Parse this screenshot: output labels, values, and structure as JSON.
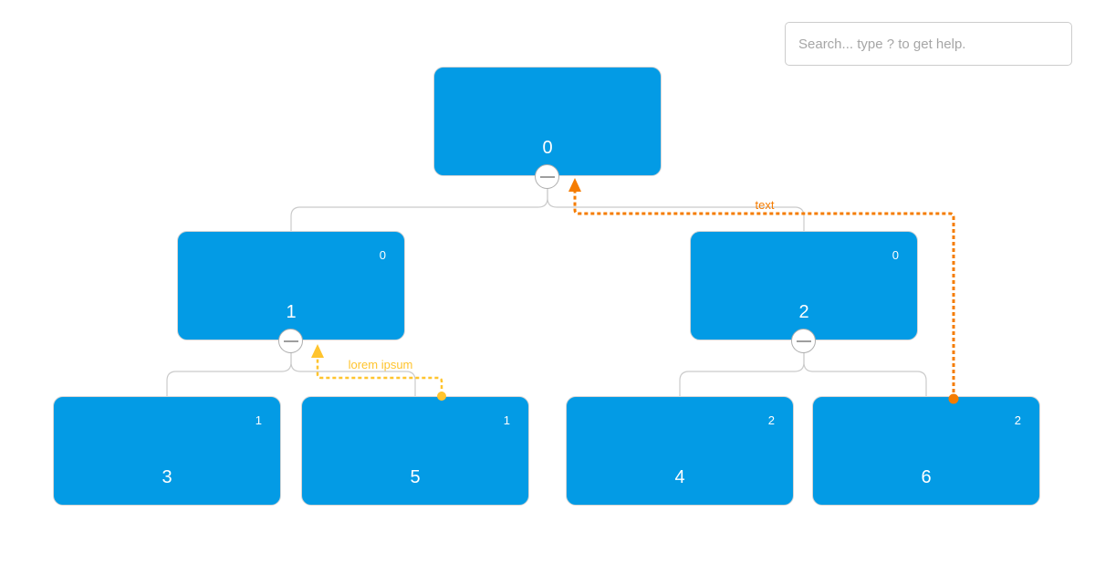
{
  "colors": {
    "node_fill": "#039BE5",
    "node_text": "#FFFFFF",
    "link": "#CBCBCB",
    "circle_border": "#AEAEAE",
    "circle_minus": "#9E9E9E",
    "clink_orange": "#F57C00",
    "clink_yellow": "#FFC42E"
  },
  "search": {
    "placeholder": "Search... type ? to get help."
  },
  "tree": {
    "nodes": [
      {
        "id": "0",
        "main_label": "0",
        "corner_label": "",
        "parent": null
      },
      {
        "id": "1",
        "main_label": "1",
        "corner_label": "0",
        "parent": "0"
      },
      {
        "id": "2",
        "main_label": "2",
        "corner_label": "0",
        "parent": "0"
      },
      {
        "id": "3",
        "main_label": "3",
        "corner_label": "1",
        "parent": "1"
      },
      {
        "id": "4",
        "main_label": "4",
        "corner_label": "2",
        "parent": "2"
      },
      {
        "id": "5",
        "main_label": "5",
        "corner_label": "1",
        "parent": "1"
      },
      {
        "id": "6",
        "main_label": "6",
        "corner_label": "2",
        "parent": "2"
      }
    ]
  },
  "clinks": [
    {
      "from": "6",
      "to": "0",
      "label": "text",
      "color": "#F57C00"
    },
    {
      "from": "5",
      "to": "1",
      "label": "lorem ipsum",
      "color": "#FFC42E"
    }
  ]
}
